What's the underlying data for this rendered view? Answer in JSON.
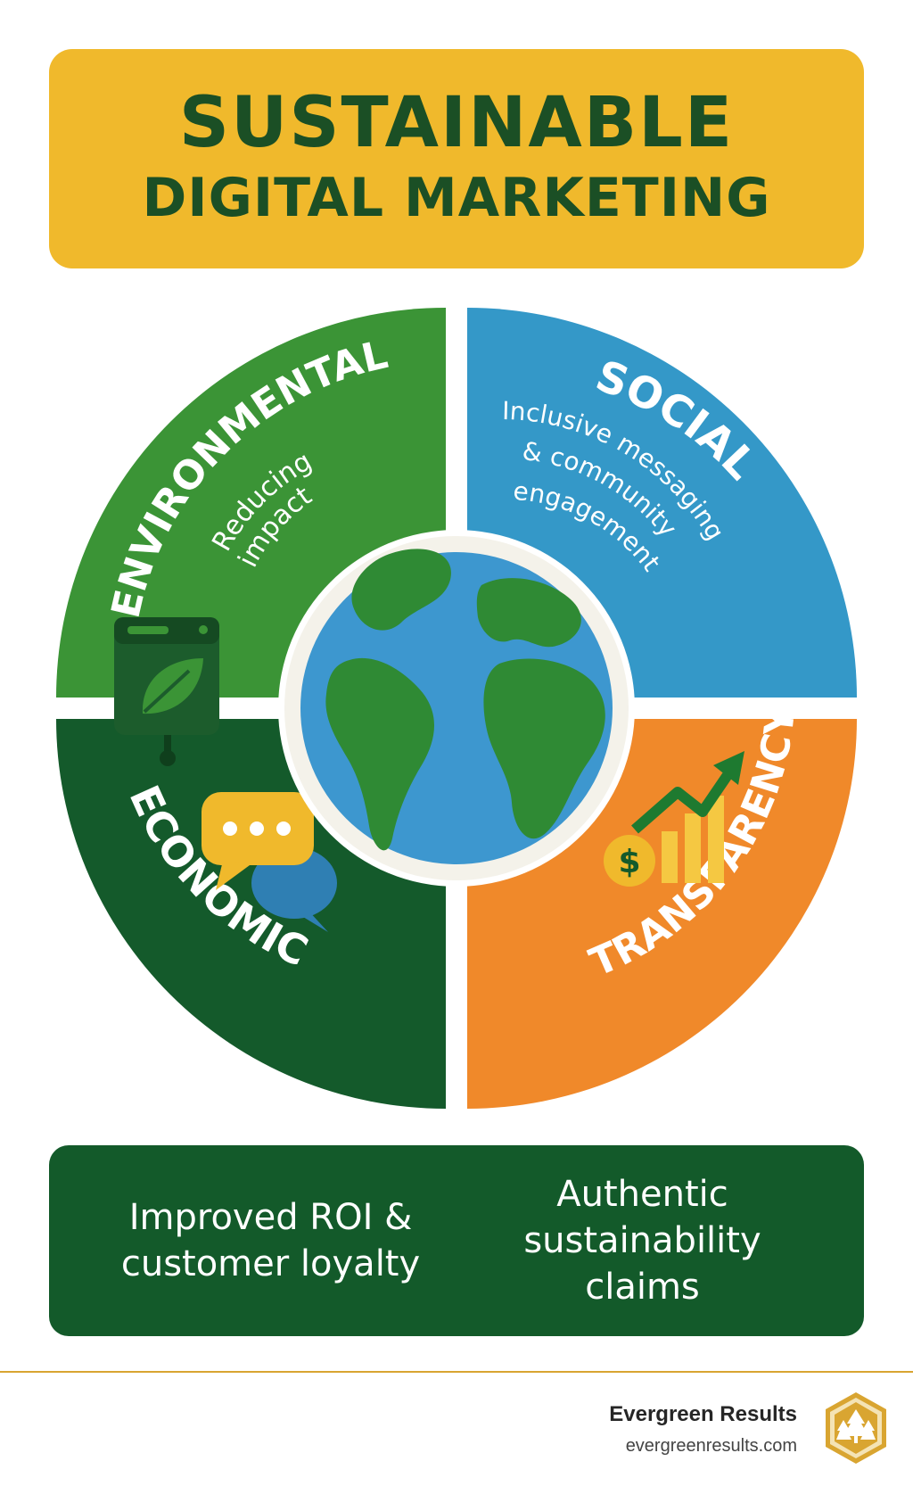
{
  "title": {
    "line1": "SUSTAINABLE",
    "line2": "DIGITAL MARKETING"
  },
  "wheel": {
    "quadrants": [
      {
        "key": "environmental",
        "label": "ENVIRONMENTAL",
        "sub_lines": [
          "Reducing",
          "impact"
        ],
        "color": "#3b9436"
      },
      {
        "key": "social",
        "label": "SOCIAL",
        "sub_lines": [
          "Inclusive messaging",
          "& community",
          "engagement"
        ],
        "color": "#3498c8"
      },
      {
        "key": "economic",
        "label": "ECONOMIC",
        "sub_lines": [],
        "color": "#145a2b"
      },
      {
        "key": "transparency",
        "label": "TRANSPARENCY",
        "sub_lines": [],
        "color": "#f0892a"
      }
    ],
    "icons": [
      "leaf-screen-icon",
      "chat-bubbles-icon",
      "growth-chart-icon",
      "globe-icon"
    ],
    "currency_symbol": "$"
  },
  "panel": {
    "left_text": "Improved ROI & customer loyalty",
    "right_text": "Authentic sustainability claims"
  },
  "brand": {
    "name": "Evergreen Results",
    "url": "evergreenresults.com"
  },
  "colors": {
    "banner": "#f0b92c",
    "title_text": "#1b4f25",
    "panel": "#135a2a",
    "accent_gold": "#d9a531"
  }
}
